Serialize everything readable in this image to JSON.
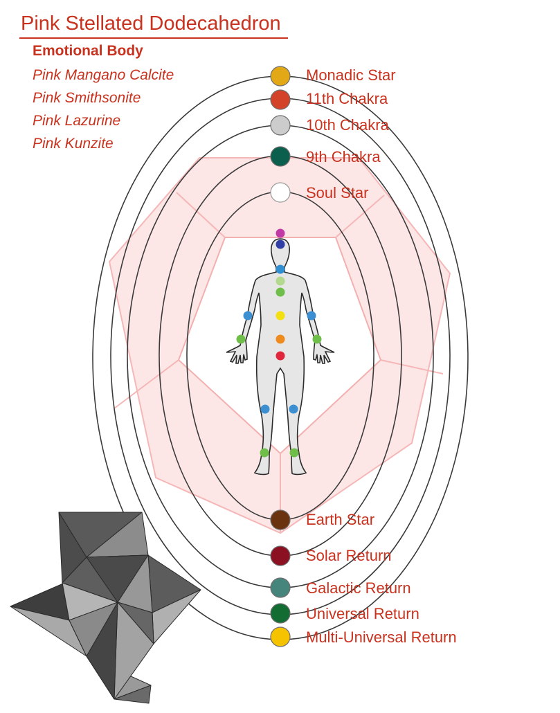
{
  "title": "Pink Stellated Dodecahedron",
  "subtitle": "Emotional Body",
  "crystals": [
    "Pink Mangano Calcite",
    "Pink Smithsonite",
    "Pink Lazurine",
    "Pink Kunzite"
  ],
  "chakras": [
    {
      "label": "Monadic Star",
      "color": "#e3a816"
    },
    {
      "label": "11th Chakra",
      "color": "#d2432a"
    },
    {
      "label": "10th Chakra",
      "color": "#cccccc"
    },
    {
      "label": "9th Chakra",
      "color": "#0d5f4d"
    },
    {
      "label": "Soul Star",
      "color": "#ffffff"
    },
    {
      "label": "Earth Star",
      "color": "#6b3210"
    },
    {
      "label": "Solar Return",
      "color": "#8a1022"
    },
    {
      "label": "Galactic Return",
      "color": "#46857b"
    },
    {
      "label": "Universal Return",
      "color": "#136d33"
    },
    {
      "label": "Multi-Universal Return",
      "color": "#f5c300"
    }
  ],
  "body_chakra_colors": [
    "#c23aa6",
    "#2f3fa6",
    "#2f8fd0",
    "#b3d98f",
    "#6fbe4a",
    "#f4e011",
    "#ef8a1c",
    "#e0263a"
  ],
  "joint_colors": {
    "elbow": "#3c8fd0",
    "wrist": "#6fbe4a",
    "knee": "#3c8fd0",
    "ankle": "#6fbe4a"
  },
  "accent_color": "#c8321e"
}
